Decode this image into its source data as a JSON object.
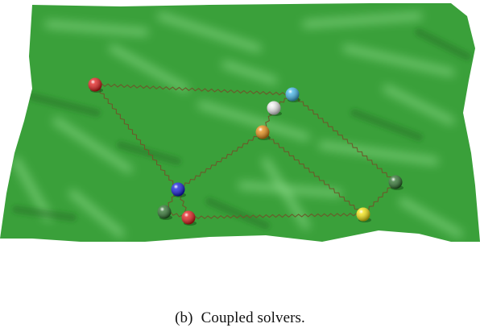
{
  "caption": {
    "tag": "(b)",
    "text": "Coupled solvers."
  },
  "colors": {
    "surface": "#3aa03a",
    "surface_dark": "#1f6f22",
    "surface_light": "#9fe89a",
    "spring": "#6b5a2a",
    "node_red": "#e01818",
    "node_blue": "#1018d8",
    "node_green": "#2a6e2a",
    "node_orange": "#e58a10",
    "node_yellow": "#f2e20a",
    "node_white": "#e8e8e8",
    "node_cyan": "#3fb3e6"
  },
  "nodes": [
    {
      "id": "red-top-left",
      "color": "node_red"
    },
    {
      "id": "cyan",
      "color": "node_cyan"
    },
    {
      "id": "white",
      "color": "node_white"
    },
    {
      "id": "orange",
      "color": "node_orange"
    },
    {
      "id": "blue",
      "color": "node_blue"
    },
    {
      "id": "green-left",
      "color": "node_green"
    },
    {
      "id": "red-bottom",
      "color": "node_red"
    },
    {
      "id": "yellow",
      "color": "node_yellow"
    },
    {
      "id": "green-right",
      "color": "node_green"
    }
  ],
  "springs": [
    [
      "red-top-left",
      "cyan"
    ],
    [
      "red-top-left",
      "blue"
    ],
    [
      "cyan",
      "white"
    ],
    [
      "white",
      "orange"
    ],
    [
      "cyan",
      "green-right"
    ],
    [
      "orange",
      "blue"
    ],
    [
      "orange",
      "yellow"
    ],
    [
      "green-right",
      "yellow"
    ],
    [
      "blue",
      "green-left"
    ],
    [
      "blue",
      "red-bottom"
    ],
    [
      "green-left",
      "red-bottom"
    ],
    [
      "red-bottom",
      "yellow"
    ]
  ]
}
